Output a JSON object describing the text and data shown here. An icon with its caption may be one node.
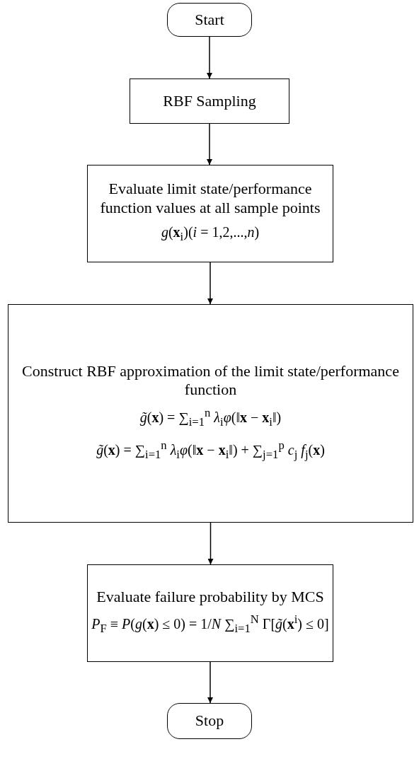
{
  "diagram": {
    "nodes": [
      {
        "text": [
          "Start"
        ]
      },
      {
        "text": [
          "RBF Sampling"
        ]
      },
      {
        "text": [
          "Evaluate limit state/performance function values at all sample points",
          "*g*(**x**$_{i}$)(*i* = 1,2,...,*n*)"
        ]
      },
      {
        "text": [
          "Construct RBF approximation of the limit state/performance function",
          "*g̃*(**x**) = ∑$_{i=1}$$^{n}$ *λ*$_{i}$*φ*(‖**x** − **x**$_{i}$‖)",
          "*g̃*(**x**) = ∑$_{i=1}$$^{n}$ *λ*$_{i}$*φ*(‖**x** − **x**$_{i}$‖) + ∑$_{j=1}$$^{p}$ *c*$_{j}$ *f*$_{j}$(**x**)"
        ]
      },
      {
        "text": [
          "Evaluate failure probability by MCS",
          "*P*$_{F}$ ≡ *P*(*g*(**x**) ≤ 0) = 1/*N* ∑$_{i=1}$$^{N}$ Γ[*g̃*(**x**$^{i}$) ≤ 0]"
        ]
      },
      {
        "text": [
          "Stop"
        ]
      }
    ],
    "edges": [
      {
        "from": 0,
        "to": 1,
        "arrow": "to"
      },
      {
        "from": 1,
        "to": 2,
        "arrow": "to"
      },
      {
        "from": 2,
        "to": 3,
        "arrow": "to"
      },
      {
        "from": 3,
        "to": 4,
        "arrow": "to"
      },
      {
        "from": 4,
        "to": 5,
        "arrow": "to"
      }
    ]
  }
}
